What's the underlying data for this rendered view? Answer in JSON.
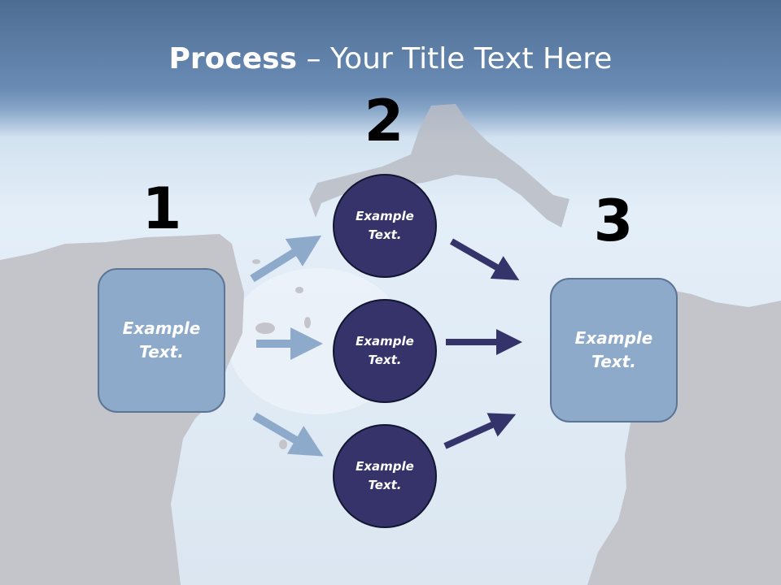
{
  "title": {
    "bold": "Process",
    "rest": " – Your Title Text Here"
  },
  "steps": [
    {
      "number": "1",
      "text": "Example Text."
    },
    {
      "number": "2"
    },
    {
      "number": "3",
      "text": "Example Text."
    }
  ],
  "circles": [
    {
      "text": "Example Text."
    },
    {
      "text": "Example Text."
    },
    {
      "text": "Example Text."
    }
  ],
  "colors": {
    "box": "#8eaacb",
    "circle": "#35336a",
    "light_arrow": "#8eaacb",
    "dark_arrow": "#34336a",
    "cliff": "#c4c5ca"
  }
}
